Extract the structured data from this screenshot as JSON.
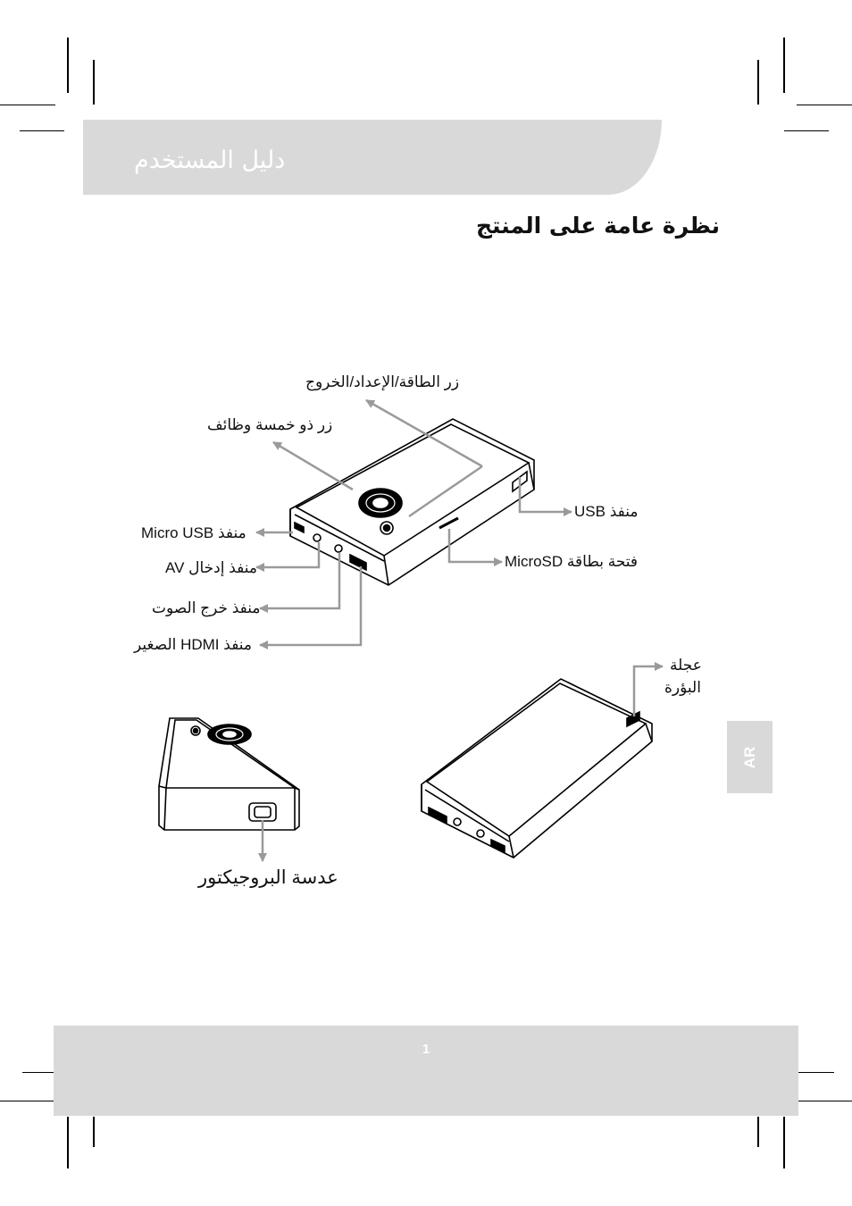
{
  "header": {
    "title": "دليل المستخدم"
  },
  "section": {
    "title": "نظرة عامة على المنتج"
  },
  "labels": {
    "power_button": "زر الطاقة/الإعداد/الخروج",
    "five_way_button": "زر ذو خمسة وظائف",
    "usb_port": "منفذ USB",
    "micro_usb_port": "منفذ Micro USB",
    "microsd_slot": "فتحة بطاقة MicroSD",
    "av_in_port": "منفذ إدخال AV",
    "audio_out_port": "منفذ خرج الصوت",
    "mini_hdmi_port": "منفذ HDMI الصغير",
    "focus_wheel_line1": "عجلة",
    "focus_wheel_line2": "البؤرة",
    "projector_lens": "عدسة البروجيكتور"
  },
  "side_tab": {
    "language": "AR"
  },
  "footer": {
    "page_number": "1"
  },
  "colors": {
    "band": "#d9d9d9",
    "arrow": "#9a9a9a",
    "outline": "#000000"
  }
}
